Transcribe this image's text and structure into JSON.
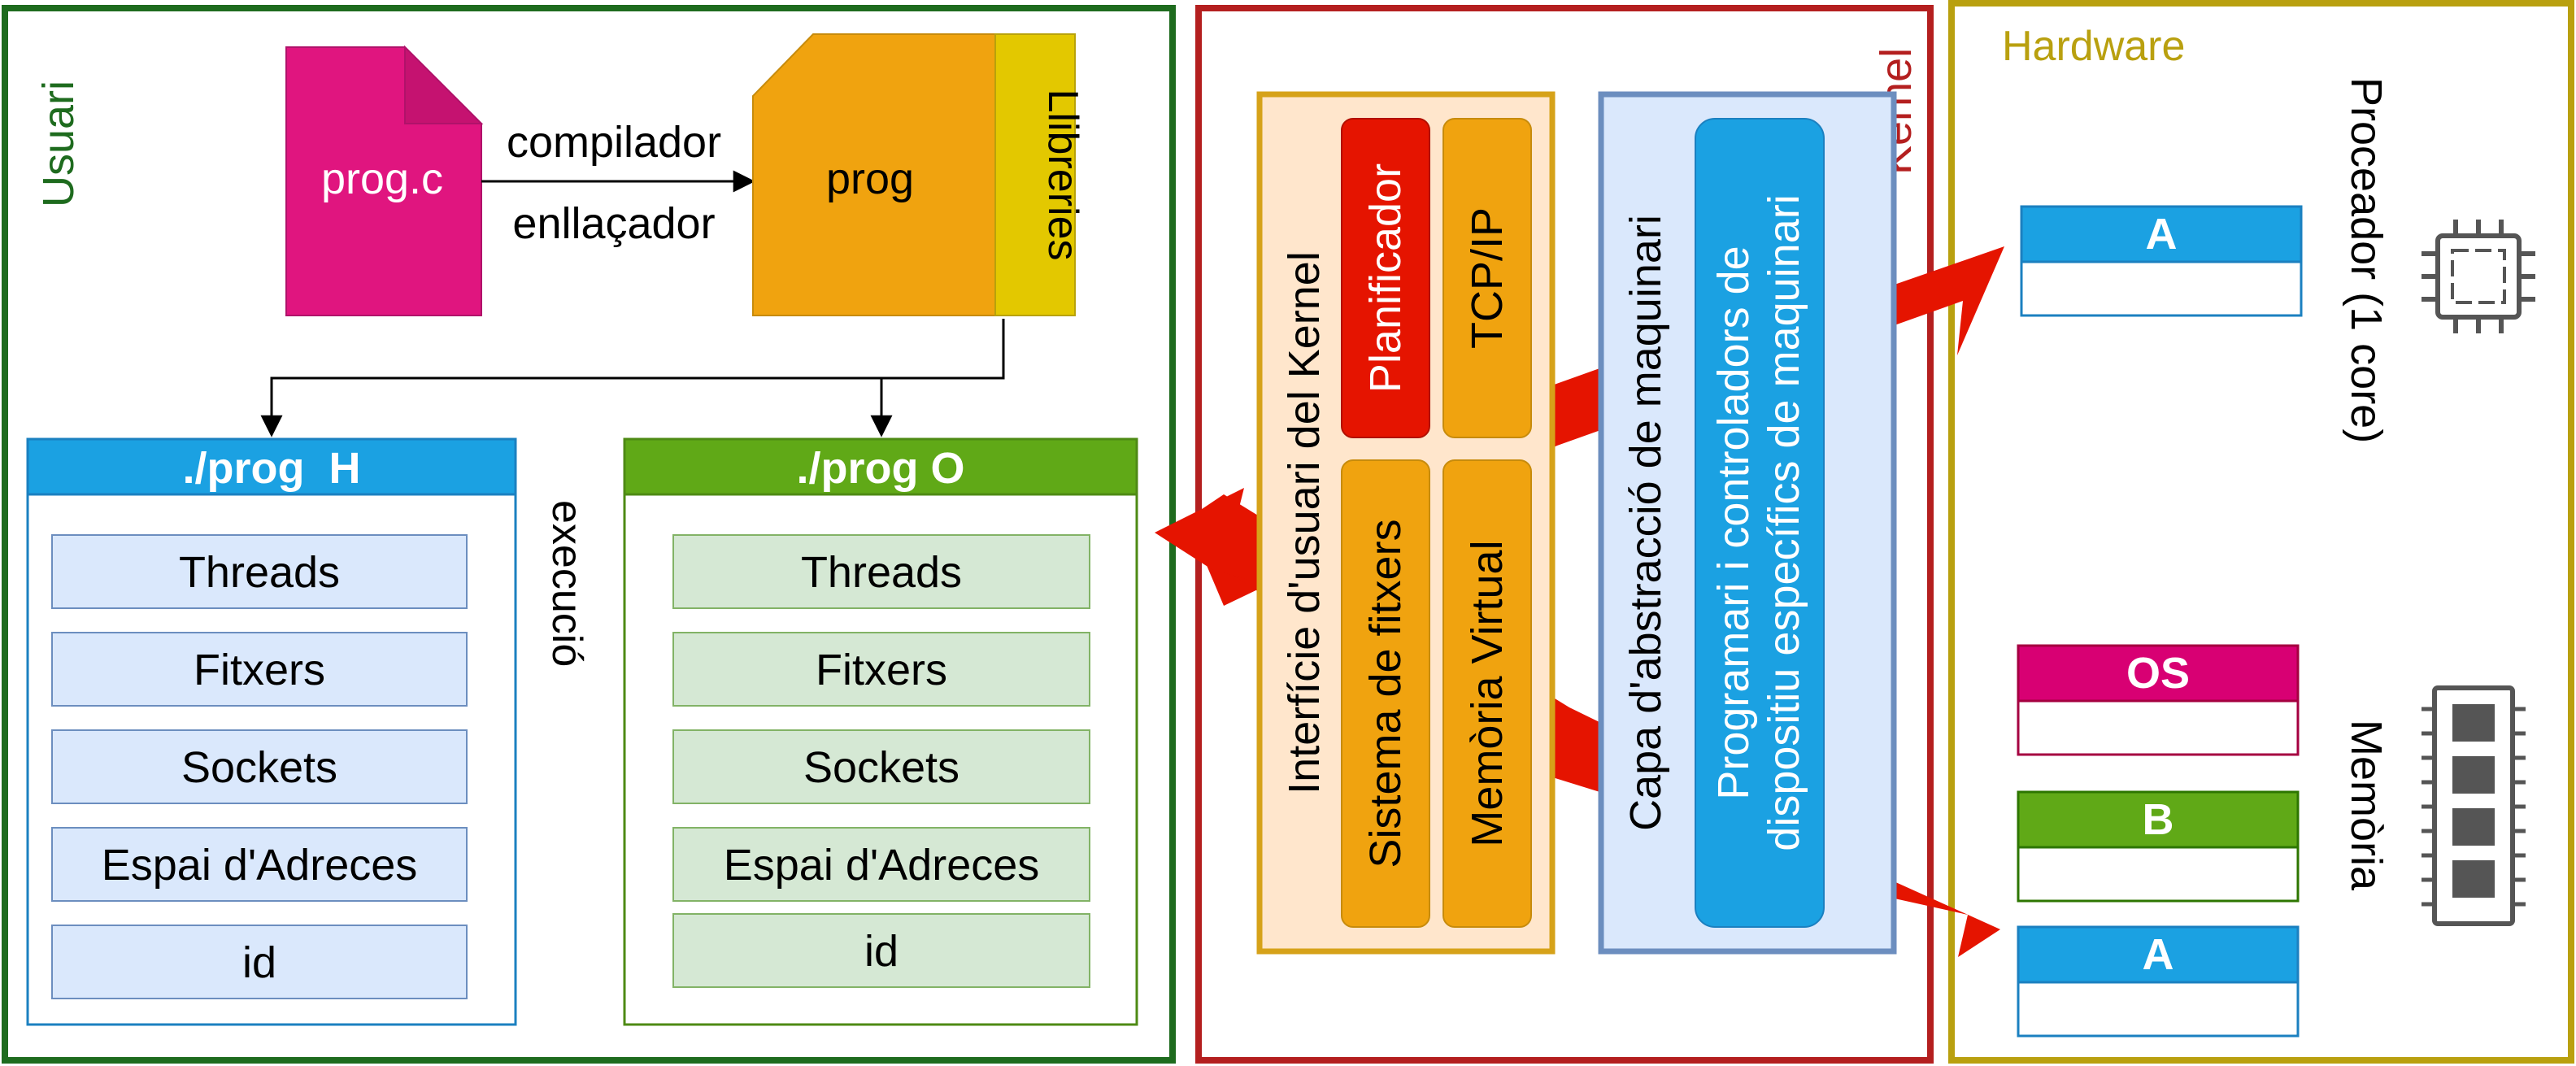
{
  "user_region": {
    "label": "Usuari"
  },
  "source_file": {
    "label": "prog.c"
  },
  "build_step": {
    "line1": "compilador",
    "line2": "enllaçador"
  },
  "binary": {
    "label": "prog",
    "libraries": "Llibreries"
  },
  "run_step": {
    "label": "execució"
  },
  "process_h": {
    "title": "./prog  H",
    "items": [
      "Threads",
      "Fitxers",
      "Sockets",
      "Espai d'Adreces",
      "id"
    ]
  },
  "process_o": {
    "title": "./prog O",
    "items": [
      "Threads",
      "Fitxers",
      "Sockets",
      "Espai d'Adreces",
      "id"
    ]
  },
  "kernel_region": {
    "label": "Kernel",
    "interface": {
      "label": "Interfície d'usuari del Kernel",
      "modules": [
        "Planificador",
        "TCP/IP",
        "Sistema de fitxers",
        "Memòria Virtual"
      ]
    },
    "hal": {
      "label": "Capa d'abstracció de maquinari",
      "drivers_line1": "Programari i controladors de",
      "drivers_line2": "dispositiu específics de maquinari"
    }
  },
  "hardware_region": {
    "label": "Hardware",
    "processor": {
      "label": "Proceador (1 core)",
      "slot": "A",
      "icon": "cpu-chip-icon"
    },
    "memory": {
      "label": "Memòria",
      "slots": [
        "OS",
        "B",
        "A"
      ],
      "icon": "ram-module-icon"
    }
  },
  "colors": {
    "user_border": "#1e6b1e",
    "kernel_border": "#b41f1f",
    "hardware_border": "#b9a00f",
    "source_file": "#e0157f",
    "binary": "#f0a30f",
    "libraries": "#e3c800",
    "process_h_header": "#1ba1e2",
    "process_h_item": "#dae8fc",
    "process_o_header": "#60a917",
    "process_o_item": "#d5e8d4",
    "scheduler": "#e51400",
    "module": "#f0a30f",
    "interface_fill": "#ffe6cc",
    "hal_fill": "#dae8fc",
    "drivers": "#1ba1e2",
    "arrow": "#e51400",
    "slot_os": "#d80073",
    "slot_b": "#60a917",
    "slot_a": "#1ba1e2"
  }
}
